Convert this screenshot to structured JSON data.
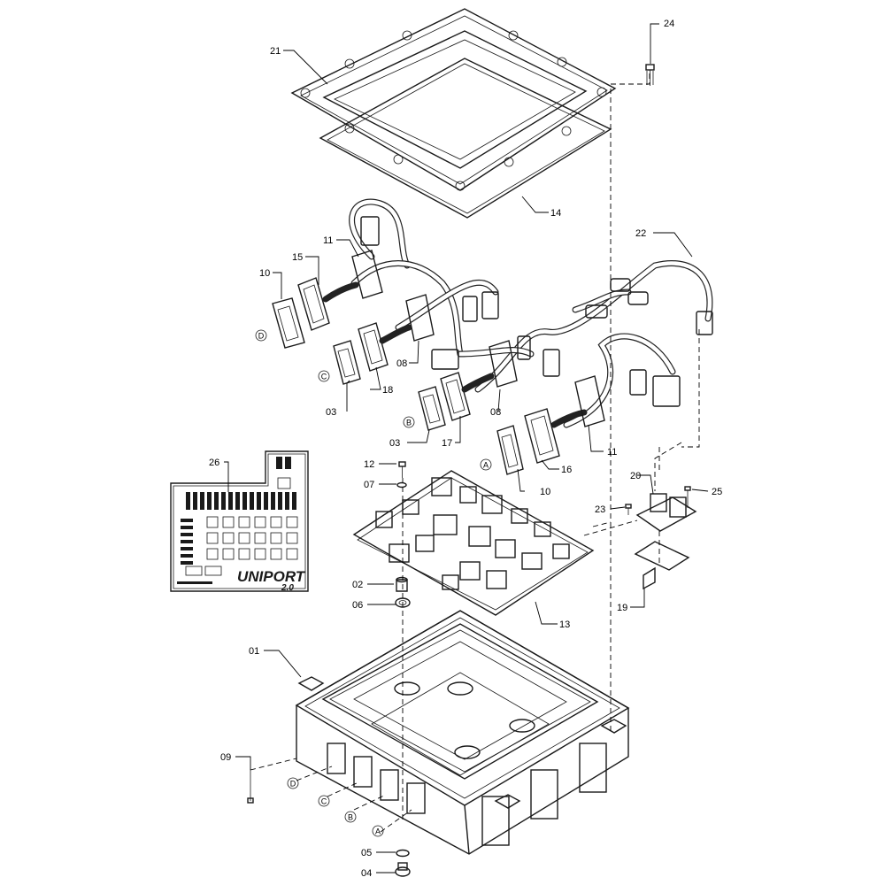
{
  "callouts": {
    "c01": "01",
    "c02": "02",
    "c03a": "03",
    "c03b": "03",
    "c04": "04",
    "c05": "05",
    "c06": "06",
    "c07": "07",
    "c08a": "08",
    "c08b": "08",
    "c09": "09",
    "c10a": "10",
    "c10b": "10",
    "c11a": "11",
    "c11b": "11",
    "c12": "12",
    "c13": "13",
    "c14": "14",
    "c15": "15",
    "c16": "16",
    "c17": "17",
    "c18": "18",
    "c19": "19",
    "c20": "20",
    "c21": "21",
    "c22": "22",
    "c23": "23",
    "c24": "24",
    "c25": "25",
    "c26": "26"
  },
  "port_markers": {
    "panel_d": "D",
    "panel_c": "C",
    "panel_b": "B",
    "panel_a": "A",
    "box_d": "D",
    "box_c": "C",
    "box_b": "B",
    "box_a": "A"
  },
  "decal": {
    "logo": "UNIPORT",
    "logo_sub": "2.0"
  }
}
